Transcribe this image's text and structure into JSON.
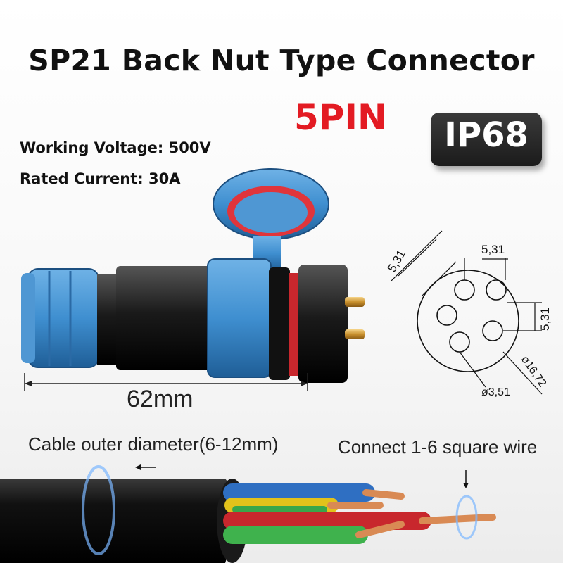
{
  "title": "SP21 Back Nut Type Connector",
  "pin_count": "5PIN",
  "rating_badge": "IP68",
  "specs": {
    "voltage": "Working Voltage: 500V",
    "current": "Rated Current: 30A"
  },
  "dimensions": {
    "length": "62mm",
    "pin_spacing_a": "5,31",
    "pin_spacing_b": "5,31",
    "pin_spacing_c": "5,31",
    "pin_diameter": "ø3,51",
    "outer_diameter": "ø16,72"
  },
  "cable": {
    "outer_diameter_label": "Cable outer diameter(6-12mm)",
    "wire_label": "Connect 1-6 square wire"
  },
  "colors": {
    "accent_red": "#e31b23",
    "connector_blue": "#3f8fd0",
    "badge_dark": "#222222"
  }
}
